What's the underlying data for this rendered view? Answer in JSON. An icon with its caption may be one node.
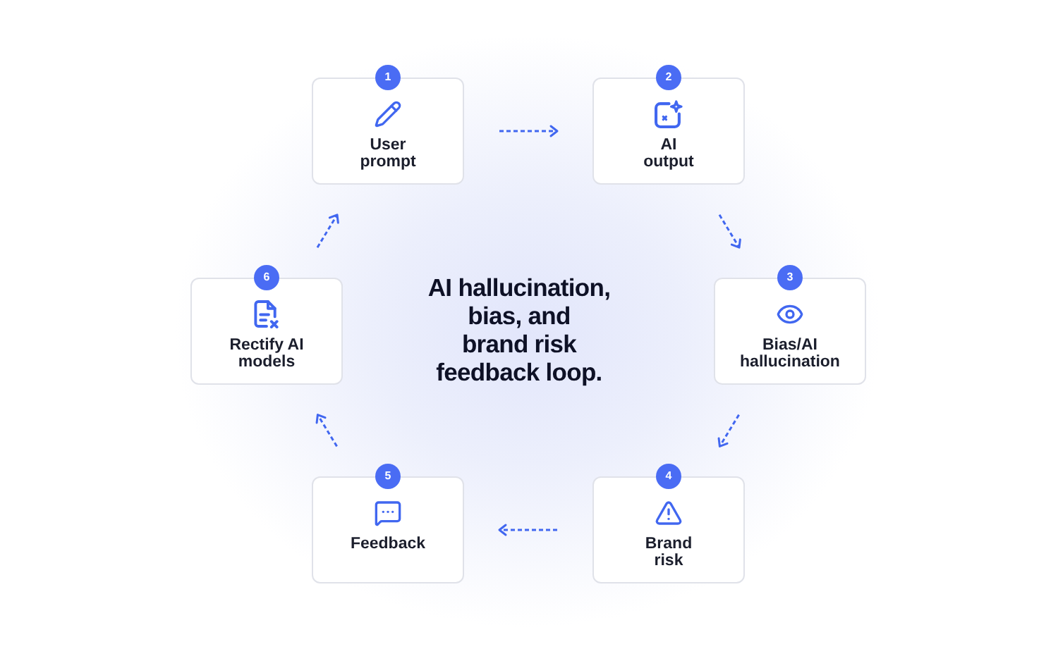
{
  "diagram": {
    "title": "AI hallucination, bias, and brand risk feedback loop.",
    "nodes": [
      {
        "text": [
          "User prompt"
        ],
        "beside": [
          "1"
        ]
      },
      {
        "text": [
          "AI output"
        ],
        "beside": [
          "2"
        ]
      },
      {
        "text": [
          "Bias/AI hallucination"
        ],
        "beside": [
          "3"
        ]
      },
      {
        "text": [
          "Brand risk"
        ],
        "beside": [
          "4"
        ]
      },
      {
        "text": [
          "Feedback"
        ],
        "beside": [
          "5"
        ]
      },
      {
        "text": [
          "Rectify AI models"
        ],
        "beside": [
          "6"
        ]
      }
    ],
    "edges": [
      {
        "from": 0,
        "to": 1,
        "arrow": "to",
        "style": "dashed"
      },
      {
        "from": 1,
        "to": 2,
        "arrow": "to",
        "style": "dashed"
      },
      {
        "from": 2,
        "to": 3,
        "arrow": "to",
        "style": "dashed"
      },
      {
        "from": 3,
        "to": 4,
        "arrow": "to",
        "style": "dashed"
      },
      {
        "from": 4,
        "to": 5,
        "arrow": "to",
        "style": "dashed"
      },
      {
        "from": 5,
        "to": 0,
        "arrow": "to",
        "style": "dashed"
      }
    ]
  }
}
